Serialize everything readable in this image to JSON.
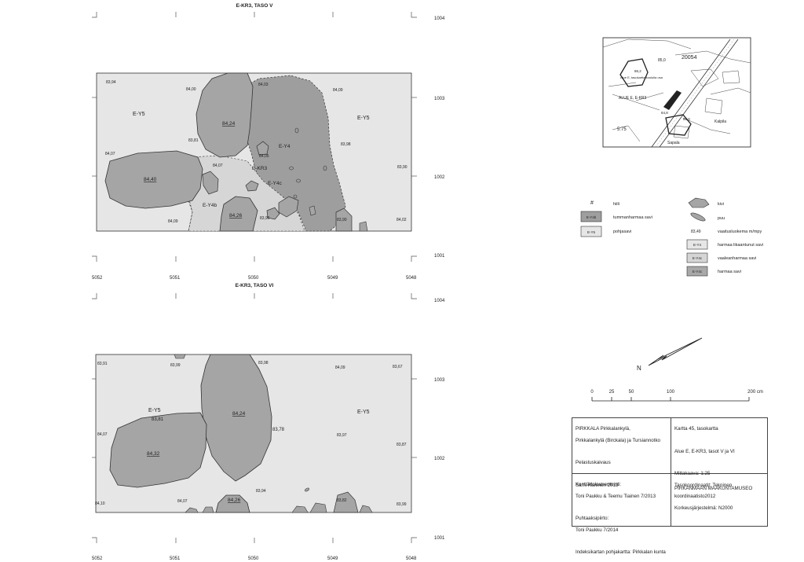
{
  "colors": {
    "dark_clay": "#9e9e9e",
    "base_clay": "#e6e6e6",
    "light_grey_clay": "#d5d5d5",
    "grey_clay": "#a8a8a8",
    "stone": "#a5a5a5",
    "outline": "#333333"
  },
  "plan_v": {
    "title": "E-KR3, TASO V",
    "north_labels": [
      "1004",
      "1003",
      "1002",
      "1001"
    ],
    "east_labels": [
      "5052",
      "5051",
      "5050",
      "5049",
      "5048"
    ],
    "zones": [
      "E-Y5",
      "E-Y5",
      "E-Y4",
      "E-KR3",
      "E-Y4c",
      "E-Y4b"
    ],
    "stone_labels": [
      "84,24",
      "84,40",
      "84,26"
    ],
    "levels": [
      "83,94",
      "84,00",
      "84,03",
      "84,09",
      "83,81",
      "83,98",
      "84,07",
      "84,05",
      "84,07",
      "83,90",
      "84,09",
      "83,96",
      "83,90",
      "84,02"
    ]
  },
  "plan_vi": {
    "title": "E-KR3, TASO VI",
    "north_labels": [
      "1004",
      "1003",
      "1002",
      "1001"
    ],
    "east_labels": [
      "5052",
      "5051",
      "5050",
      "5049",
      "5048"
    ],
    "zones": [
      "E-Y5",
      "E-Y5"
    ],
    "stone_labels": [
      "84,24",
      "84,32",
      "84,26"
    ],
    "levels": [
      "83,91",
      "83,99",
      "83,98",
      "84,09",
      "83,67",
      "83,81",
      "83,78",
      "84,07",
      "83,97",
      "83,87",
      "84,10",
      "84,07",
      "83,94",
      "83,82",
      "83,99"
    ]
  },
  "legend": {
    "hiili_symbol": "#",
    "hiili": "hiili",
    "tummanharmaa_code": "E-Y4b",
    "tummanharmaa": "tummanharmaa savi",
    "pohjasavi_code": "E-Y5",
    "pohjasavi": "pohjasavi",
    "kivi": "kivi",
    "puu": "puu",
    "level_example": "83,49",
    "vaaitus": "vaaitusluokema m/mpy",
    "harmaa_lik_code": "E-Y4",
    "harmaa_lik": "harmaa likaantunut savi",
    "vaalean_code": "E-Y4c",
    "vaalean": "vaaleanharmaa savi",
    "harmaa_code": "E-Y4c",
    "harmaa": "harmaa savi"
  },
  "index_map": {
    "labels": [
      "85,0",
      "20054",
      "Alue E, tasokartta koululla osa",
      "ALUE E, E-KR3",
      "Kalpila",
      "Sapala",
      "5:75",
      "84,8",
      "85,0",
      "86,2"
    ]
  },
  "north_arrow": {
    "label": "N"
  },
  "scale_bar": {
    "ticks": [
      "0",
      "25",
      "50",
      "100",
      "200 cm"
    ]
  },
  "title_block": {
    "project_lines": [
      "PIRKKALA Pirkkalankylä,",
      "Pirkkalankylä (Birckala) ja Tursiannotko",
      "",
      "Pelastuskaivaus",
      "",
      "Sami Raninen 2013"
    ],
    "map_lines": [
      "Kartta 45, tasokartta",
      "",
      "Alue E, E-KR3, tasot V ja VI",
      "",
      "Mittakaava: 1:25",
      "Tasokoordinaatit: Tekninen",
      "koordinaatisto2012",
      "Korkeusjärjestelmä: N2000"
    ],
    "doc_lines": [
      "Kenttädokumentointi:",
      "Toni Paukku & Teemu Tiainen  7/2013",
      "",
      "Puhtaaksipiirto:",
      "Toni Paukku 7/2014",
      "",
      "Indeksikartan pohjakartta: Pirkkalan kunta"
    ],
    "museum": "PIRKANMAAN MAAKUNTAMUSEO"
  }
}
